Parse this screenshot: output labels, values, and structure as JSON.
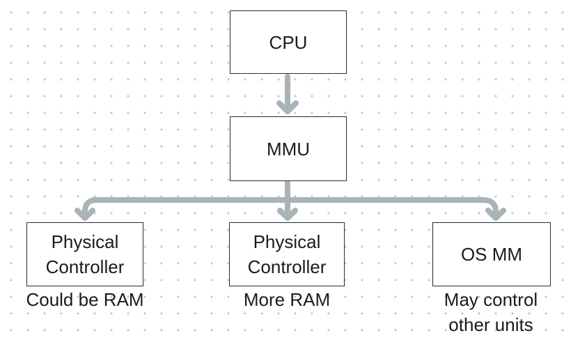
{
  "diagram": {
    "colors": {
      "connector": "#a9b3b8",
      "box_border": "#2b2b2b",
      "text": "#1b1b1b"
    },
    "nodes": {
      "cpu": {
        "label": "CPU"
      },
      "mmu": {
        "label": "MMU"
      },
      "physical_controller_1": {
        "line1": "Physical",
        "line2": "Controller"
      },
      "physical_controller_2": {
        "line1": "Physical",
        "line2": "Controller"
      },
      "os_mm": {
        "label": "OS MM"
      }
    },
    "captions": {
      "physical_controller_1": "Could be RAM",
      "physical_controller_2": "More RAM",
      "os_mm_line1": "May control",
      "os_mm_line2": "other units"
    },
    "edges": [
      {
        "from": "CPU",
        "to": "MMU"
      },
      {
        "from": "MMU",
        "to": "Physical Controller"
      },
      {
        "from": "MMU",
        "to": "Physical Controller"
      },
      {
        "from": "MMU",
        "to": "OS MM"
      }
    ]
  }
}
